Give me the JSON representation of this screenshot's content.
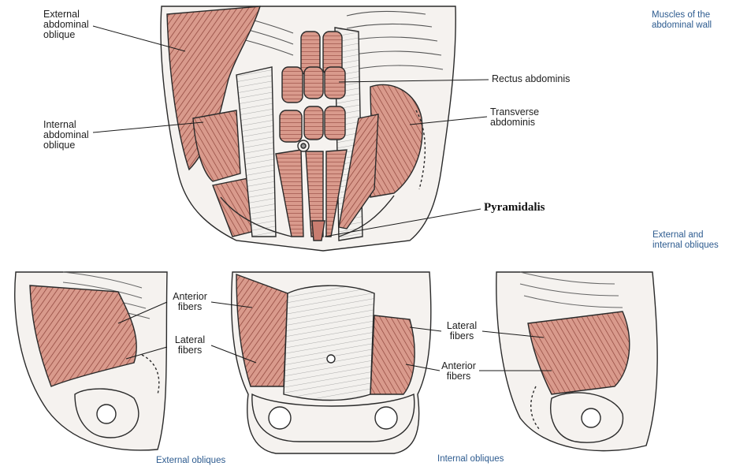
{
  "figure": {
    "main_title": "Muscles of the\nabdominal wall",
    "sub_title": "External and\ninternal obliques",
    "caption_left": "External obliques",
    "caption_right": "Internal obliques"
  },
  "labels": {
    "external_abdominal_oblique": "External\nabdominal\noblique",
    "internal_abdominal_oblique": "Internal\nabdominal\noblique",
    "rectus_abdominis": "Rectus abdominis",
    "transverse_abdominis": "Transverse\nabdominis",
    "pyramidalis": "Pyramidalis",
    "anterior_fibers_left": "Anterior\nfibers",
    "lateral_fibers_left": "Lateral\nfibers",
    "lateral_fibers_right": "Lateral\nfibers",
    "anterior_fibers_right": "Anterior\nfibers"
  },
  "colors": {
    "muscle": "#d99a8c",
    "muscle_dark": "#8a3f36",
    "outline": "#2a2a2a",
    "caption": "#2d5b8f"
  }
}
